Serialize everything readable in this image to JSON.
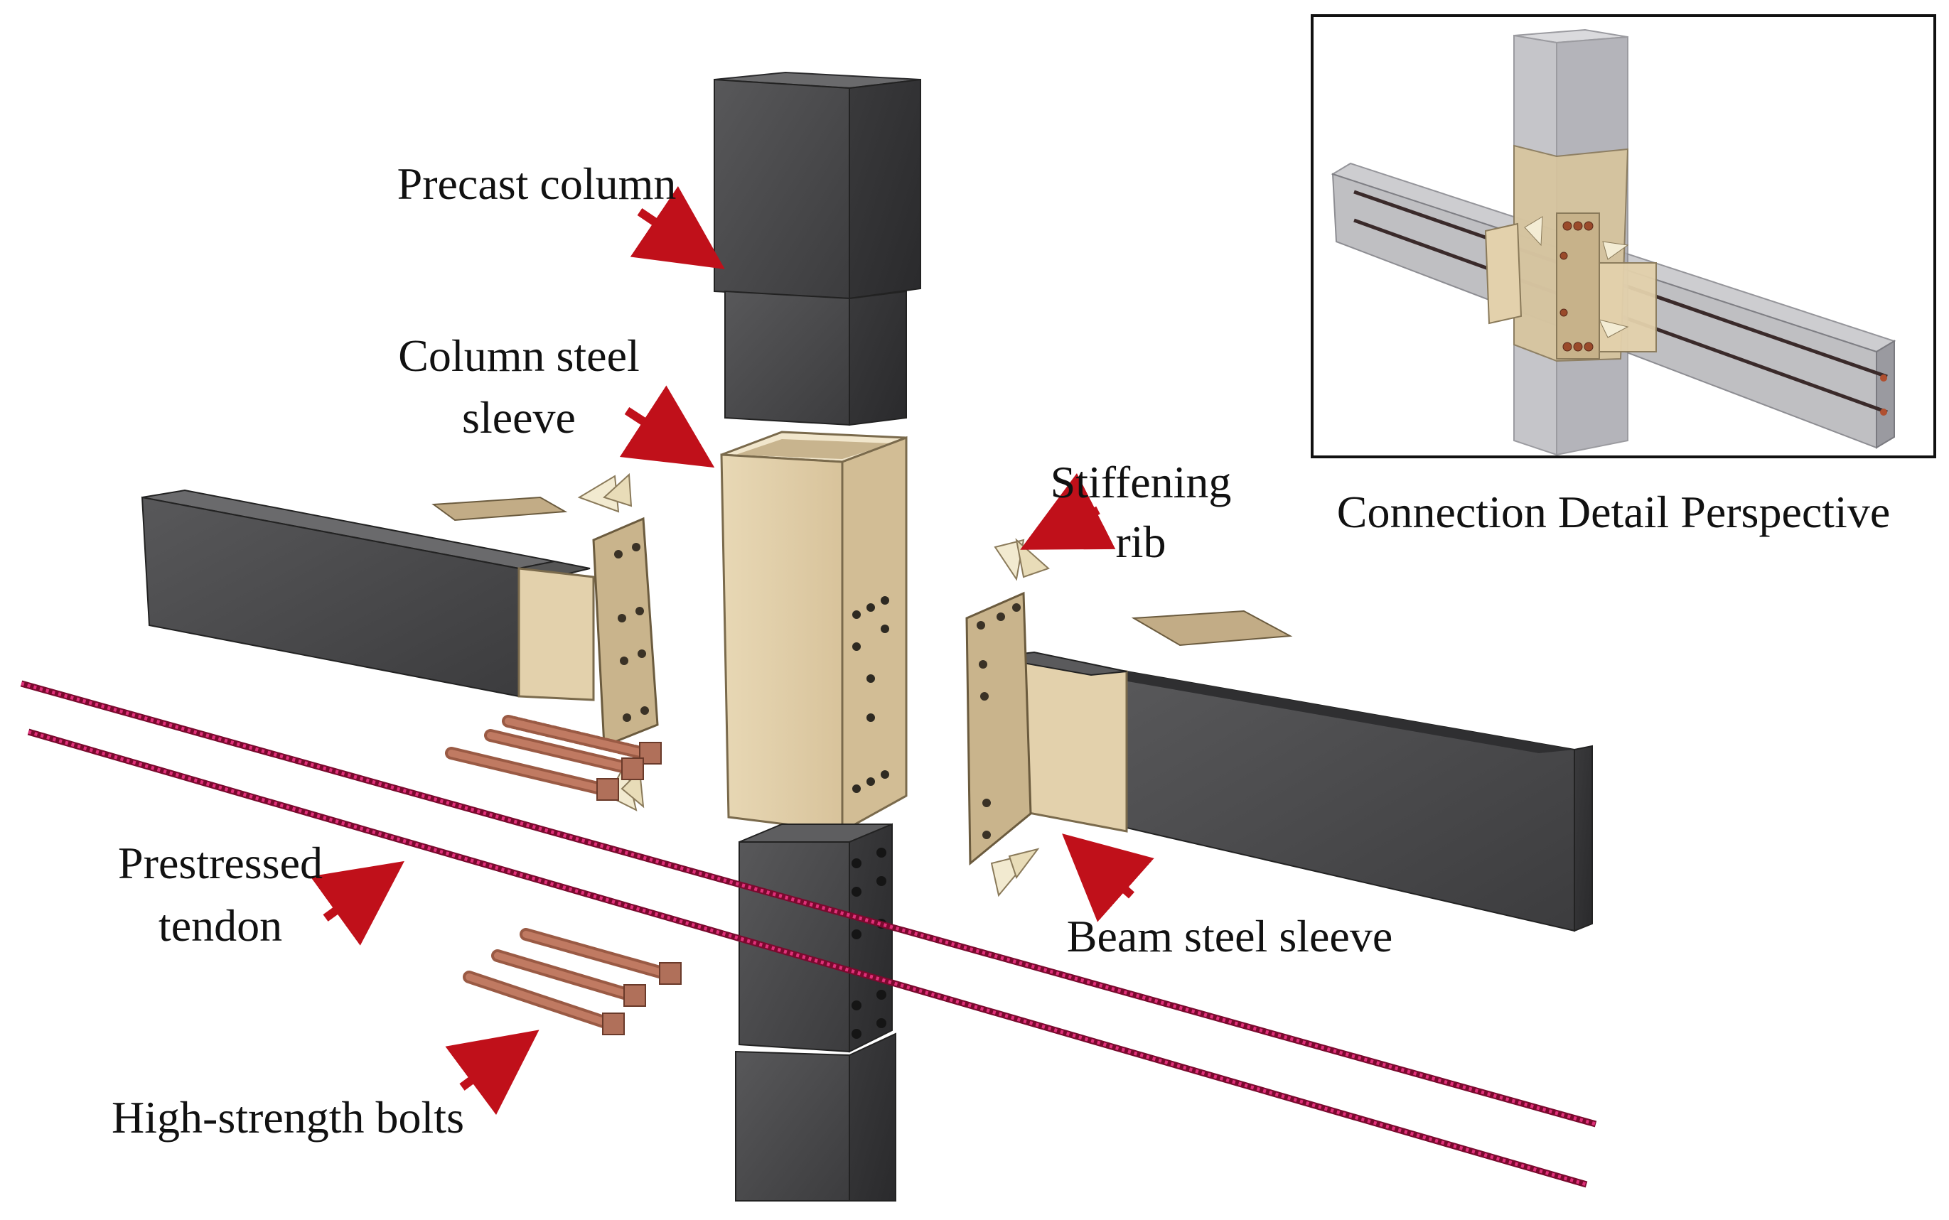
{
  "labels": {
    "precast_column": "Precast column",
    "column_sleeve_line1": "Column steel",
    "column_sleeve_line2": "sleeve",
    "stiffening_rib_line1": "Stiffening",
    "stiffening_rib_line2": "rib",
    "prestressed_tendon_line1": "Prestressed",
    "prestressed_tendon_line2": "tendon",
    "beam_steel_sleeve": "Beam steel sleeve",
    "high_strength_bolts": "High-strength bolts",
    "inset_caption": "Connection Detail Perspective"
  },
  "colors": {
    "concrete": "#4a4a4c",
    "concrete_dark": "#2f2f31",
    "concrete_light": "#616163",
    "steel_sleeve": "#e3d1ac",
    "steel_sleeve_dark": "#c9b48c",
    "plate": "#b9a27c",
    "bolt": "#b0705a",
    "tendon": "#c0185a",
    "arrow": "#c0101a",
    "inset_border": "#111111"
  }
}
